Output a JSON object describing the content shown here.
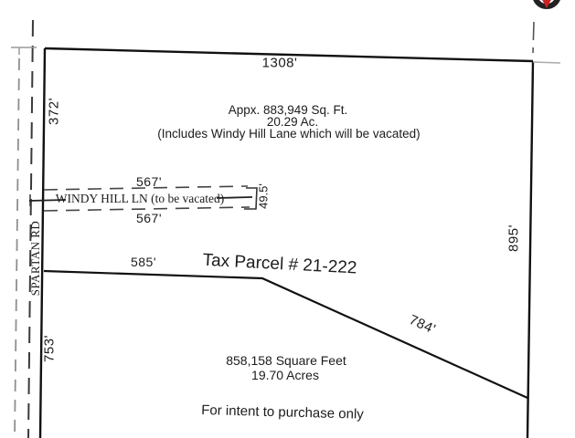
{
  "diagram": {
    "dimensions": {
      "top": "1308'",
      "left_upper": "372'",
      "right_side": "895'",
      "windy_top": "567'",
      "windy_bottom": "567'",
      "windy_width": "49.5'",
      "mid": "585'",
      "diagonal": "784'",
      "left_lower": "753'"
    },
    "roads": {
      "windy_hill": "WINDY HILL LN (to be vacated)",
      "spartan": "SPARTAN RD"
    },
    "parcel_upper": {
      "line1": "Appx. 883,949 Sq. Ft.",
      "line2": "20.29 Ac.",
      "line3": "(Includes Windy Hill Lane which will be vacated)"
    },
    "tax_parcel": "Tax Parcel # 21-222",
    "parcel_lower": {
      "line1": "858,158 Square Feet",
      "line2": "19.70 Acres"
    },
    "note": "For intent to purchase only",
    "colors": {
      "line": "#111111",
      "background": "#ffffff",
      "compass_red": "#cc2222",
      "compass_ring": "#222222"
    }
  }
}
